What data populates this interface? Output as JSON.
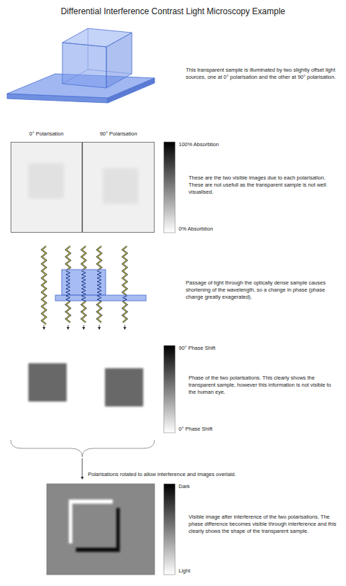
{
  "diagram": {
    "title": "Differential Interference Contrast Light Microscopy Example",
    "nodes": [
      {
        "text": [
          "0° Polarisation"
        ]
      },
      {
        "text": [
          "90° Polarisation"
        ]
      }
    ],
    "labels": [
      "This transparent sample is illuminated by two slightly offset light sources, one at 0° polarisation and the other at 90° polarisation.",
      "100% Absorbtion",
      "0% Absorbtion",
      "These are the two visible images due to each polarisation. These are not usefull as the transparent sample is not well visualised.",
      "Passage of light through the optically dense sample causes shortening of the wavelength, so a change in phase (phase change greatly exagerated).",
      "90° Phase Shift",
      "0° Phase Shift",
      "Phase of the two polarisations. This clearly shows the transparent sample, however this information is not visible to the human eye.",
      "Polarisations rotated to allow interference and images overlaid.",
      "Dark",
      "Light",
      "Visible image after interference of the two polarisations. The phase difference becomes visible through interference and this clearly shows the shape of the transparent sample."
    ]
  }
}
